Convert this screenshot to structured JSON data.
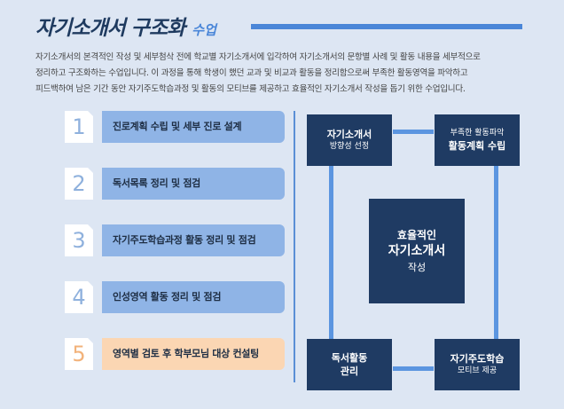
{
  "header": {
    "title": "자기소개서 구조화",
    "subtitle": "수업"
  },
  "description": {
    "line1": "자기소개서의 본격적인 작성 및 세부첨삭 전에 학교별 자기소개서에 입각하여 자기소개서의 문항별 사례 및 활동 내용을 세부적으로",
    "line2": "정리하고 구조화하는 수업입니다. 이 과정을 통해 학생이 했던 교과 및 비교과 활동을 정리함으로써 부족한 활동영역을 파악하고",
    "line3": "피드백하여 남은 기간 동안 자기주도학습과정 및 활동의 모티브를 제공하고 효율적인 자기소개서 작성을 돕기 위한 수업입니다."
  },
  "steps": [
    {
      "number": "1",
      "label": "진로계획 수립 및 세부 진로 설계"
    },
    {
      "number": "2",
      "label": "독서목록 정리 및 점검"
    },
    {
      "number": "3",
      "label": "자기주도학습과정 활동 정리 및 점검"
    },
    {
      "number": "4",
      "label": "인성영역 활동 정리 및 점검"
    },
    {
      "number": "5",
      "label": "영역별 검토 후 학부모님 대상 컨설팅"
    }
  ],
  "diagram": {
    "top_left": {
      "line1": "자기소개서",
      "line2": "방향성 선정"
    },
    "top_right": {
      "line1": "부족한 활동파악",
      "line2": "활동계획 수립"
    },
    "center": {
      "line1": "효율적인",
      "line2": "자기소개서",
      "line3": "작성"
    },
    "bottom_left": {
      "line1": "독서활동",
      "line2": "관리"
    },
    "bottom_right": {
      "line1": "자기주도학습",
      "line2": "모티브 제공"
    }
  },
  "colors": {
    "background": "#dde6f3",
    "accent": "#4a86d8",
    "step_bar": "#8fb4e6",
    "step_highlight": "#fbd6b3",
    "box_navy": "#1f3b63"
  }
}
